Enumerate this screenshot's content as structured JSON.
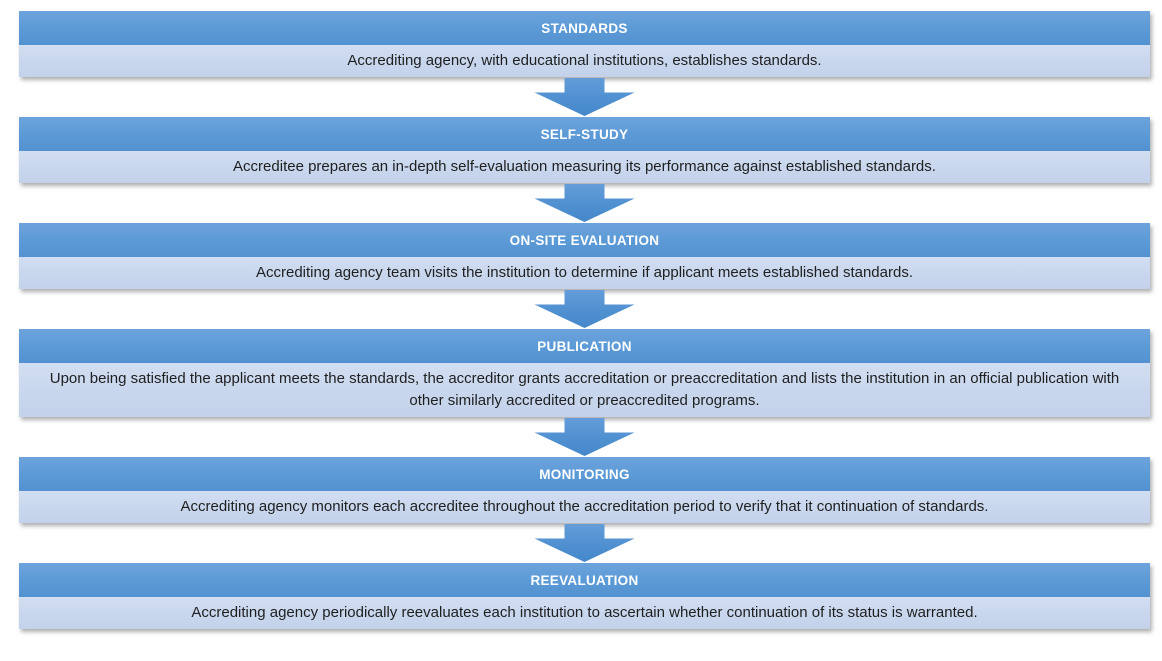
{
  "diagram": {
    "type": "flowchart-vertical",
    "steps": [
      {
        "title": "STANDARDS",
        "description": "Accrediting agency, with educational institutions, establishes standards."
      },
      {
        "title": "SELF-STUDY",
        "description": "Accreditee prepares an in-depth self-evaluation measuring its performance against established standards."
      },
      {
        "title": "ON-SITE EVALUATION",
        "description": "Accrediting agency team visits the institution to determine if applicant meets established standards."
      },
      {
        "title": "PUBLICATION",
        "description": "Upon being satisfied the applicant meets the standards, the accreditor grants accreditation or preaccreditation and lists the institution in an official publication with other similarly accredited or preaccredited programs."
      },
      {
        "title": "MONITORING",
        "description": "Accrediting agency monitors each accreditee throughout the accreditation period  to verify that it continuation of standards."
      },
      {
        "title": "REEVALUATION",
        "description": "Accrediting agency periodically reevaluates each institution to ascertain whether continuation of its status is warranted."
      }
    ],
    "connector": "down-block-arrow",
    "colors": {
      "header_blue": "#5B9AD6",
      "body_light_blue": "#C9D7EE",
      "arrow_blue": "#4E8FD0",
      "header_text": "#FFFFFF",
      "body_text": "#1F1F1F",
      "background": "#FFFFFF"
    }
  }
}
